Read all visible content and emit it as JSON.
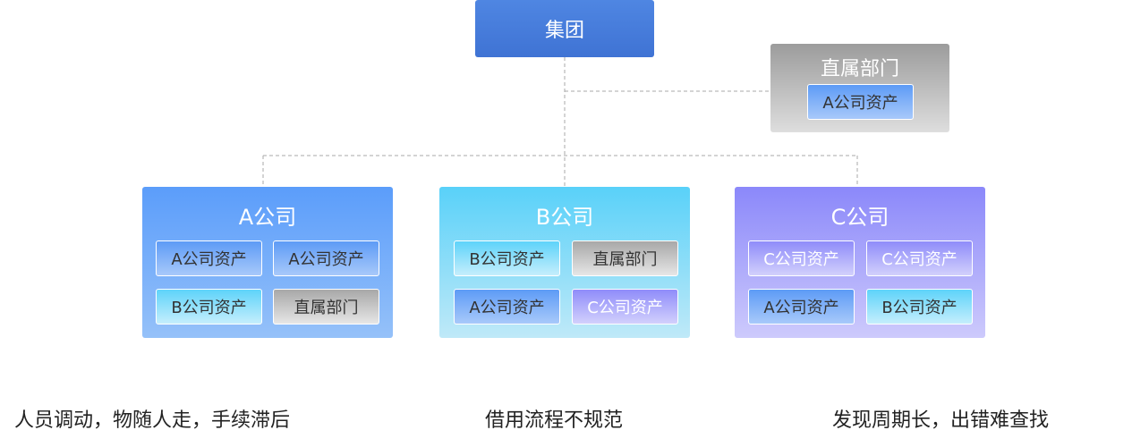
{
  "root": {
    "label": "集团"
  },
  "direct_dept": {
    "title": "直属部门",
    "asset": "A公司资产"
  },
  "companies": [
    {
      "title": "A公司",
      "assets": [
        "A公司资产",
        "A公司资产",
        "B公司资产",
        "直属部门"
      ]
    },
    {
      "title": "B公司",
      "assets": [
        "B公司资产",
        "直属部门",
        "A公司资产",
        "C公司资产"
      ]
    },
    {
      "title": "C公司",
      "assets": [
        "C公司资产",
        "C公司资产",
        "A公司资产",
        "B公司资产"
      ]
    }
  ],
  "captions": [
    "人员调动，物随人走，手续滞后",
    "借用流程不规范",
    "发现周期长，出错难查找"
  ],
  "colors": {
    "group": "#4a7fdd",
    "company_a": "#5b9dfa",
    "company_b": "#59d1f9",
    "company_c": "#8b88fa",
    "direct_dept": "#9c9c9c",
    "connector": "#aaaaaa"
  }
}
